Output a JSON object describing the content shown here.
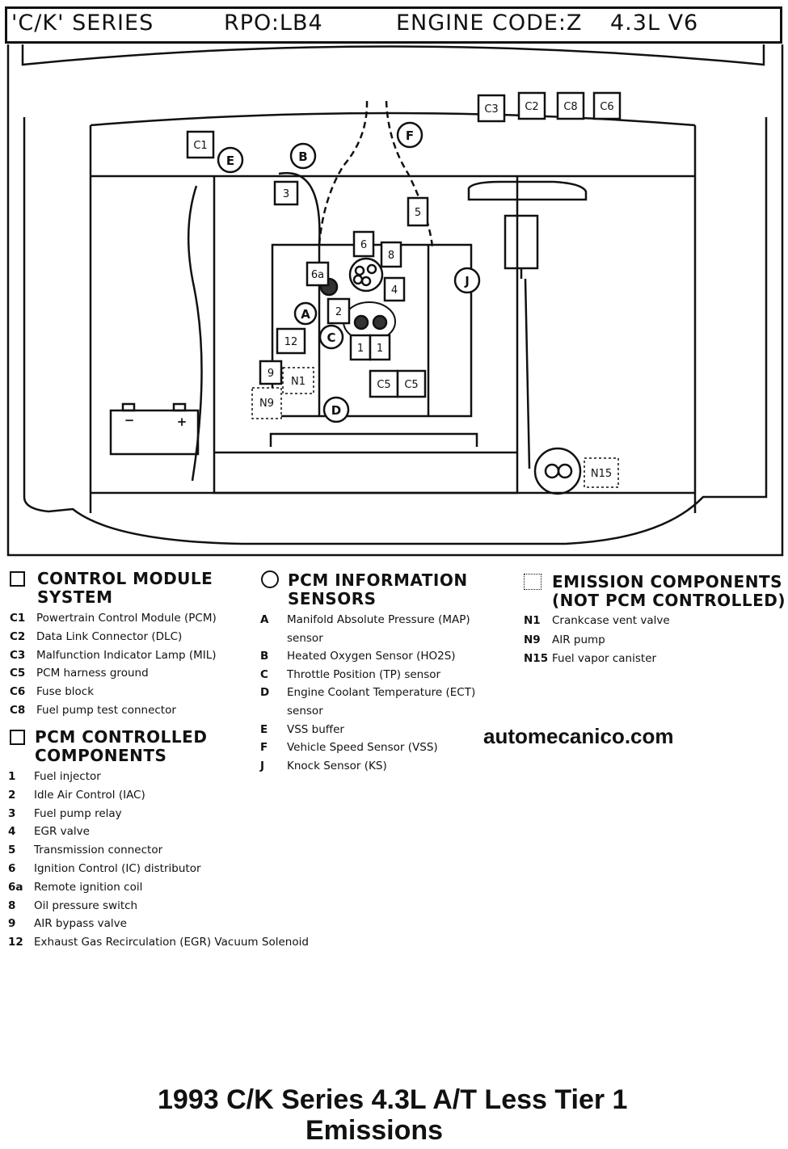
{
  "header": {
    "series": "'C/K' SERIES",
    "rpo": "RPO:LB4",
    "engine_code": "ENGINE CODE:Z",
    "engine": "4.3L V6"
  },
  "diagram_labels": {
    "c1": "C1",
    "c2": "C2",
    "c3": "C3",
    "c5a": "C5",
    "c5b": "C5",
    "c6": "C6",
    "c8": "C8",
    "n1": "N1",
    "n9": "N9",
    "n15": "N15",
    "s1a": "1",
    "s1b": "1",
    "s2": "2",
    "s3": "3",
    "s4": "4",
    "s5": "5",
    "s6": "6",
    "s6a": "6a",
    "s8": "8",
    "s9": "9",
    "s12": "12",
    "ca": "A",
    "cb": "B",
    "cc": "C",
    "cd": "D",
    "ce": "E",
    "cf": "F",
    "cj": "J",
    "battery_neg": "−",
    "battery_pos": "+"
  },
  "legend": {
    "control_module": {
      "title_line1": "CONTROL MODULE",
      "title_line2": "SYSTEM",
      "items": [
        {
          "code": "C1",
          "desc": "Powertrain Control Module (PCM)"
        },
        {
          "code": "C2",
          "desc": "Data Link Connector (DLC)"
        },
        {
          "code": "C3",
          "desc": "Malfunction Indicator Lamp (MIL)"
        },
        {
          "code": "C5",
          "desc": "PCM harness ground"
        },
        {
          "code": "C6",
          "desc": "Fuse block"
        },
        {
          "code": "C8",
          "desc": "Fuel pump test connector"
        }
      ]
    },
    "pcm_controlled": {
      "title_line1": "PCM CONTROLLED",
      "title_line2": "COMPONENTS",
      "items": [
        {
          "code": "1",
          "desc": "Fuel injector"
        },
        {
          "code": "2",
          "desc": "Idle Air Control (IAC)"
        },
        {
          "code": "3",
          "desc": "Fuel pump relay"
        },
        {
          "code": "4",
          "desc": "EGR valve"
        },
        {
          "code": "5",
          "desc": "Transmission connector"
        },
        {
          "code": "6",
          "desc": "Ignition Control (IC) distributor"
        },
        {
          "code": "6a",
          "desc": "Remote ignition coil"
        },
        {
          "code": "8",
          "desc": "Oil pressure switch"
        },
        {
          "code": "9",
          "desc": "AIR bypass valve"
        },
        {
          "code": "12",
          "desc": "Exhaust Gas Recirculation (EGR) Vacuum Solenoid"
        }
      ]
    },
    "sensors": {
      "title_line1": "PCM INFORMATION",
      "title_line2": "SENSORS",
      "items": [
        {
          "code": "A",
          "desc": "Manifold Absolute Pressure (MAP)"
        },
        {
          "code": "",
          "desc": "sensor"
        },
        {
          "code": "B",
          "desc": "Heated Oxygen Sensor (HO2S)"
        },
        {
          "code": "C",
          "desc": "Throttle Position (TP) sensor"
        },
        {
          "code": "D",
          "desc": "Engine Coolant Temperature (ECT)"
        },
        {
          "code": "",
          "desc": "sensor"
        },
        {
          "code": "E",
          "desc": "VSS buffer"
        },
        {
          "code": "F",
          "desc": "Vehicle Speed Sensor (VSS)"
        },
        {
          "code": "J",
          "desc": "Knock Sensor (KS)"
        }
      ]
    },
    "emission": {
      "title_line1": "EMISSION COMPONENTS",
      "title_line2": "(NOT PCM CONTROLLED)",
      "items": [
        {
          "code": "N1",
          "desc": "Crankcase vent valve"
        },
        {
          "code": "N9",
          "desc": "AIR pump"
        },
        {
          "code": "N15",
          "desc": "Fuel vapor canister"
        }
      ]
    }
  },
  "watermark": "automecanico.com",
  "caption": {
    "line1": "1993 C/K Series 4.3L A/T Less Tier 1",
    "line2": "Emissions"
  }
}
